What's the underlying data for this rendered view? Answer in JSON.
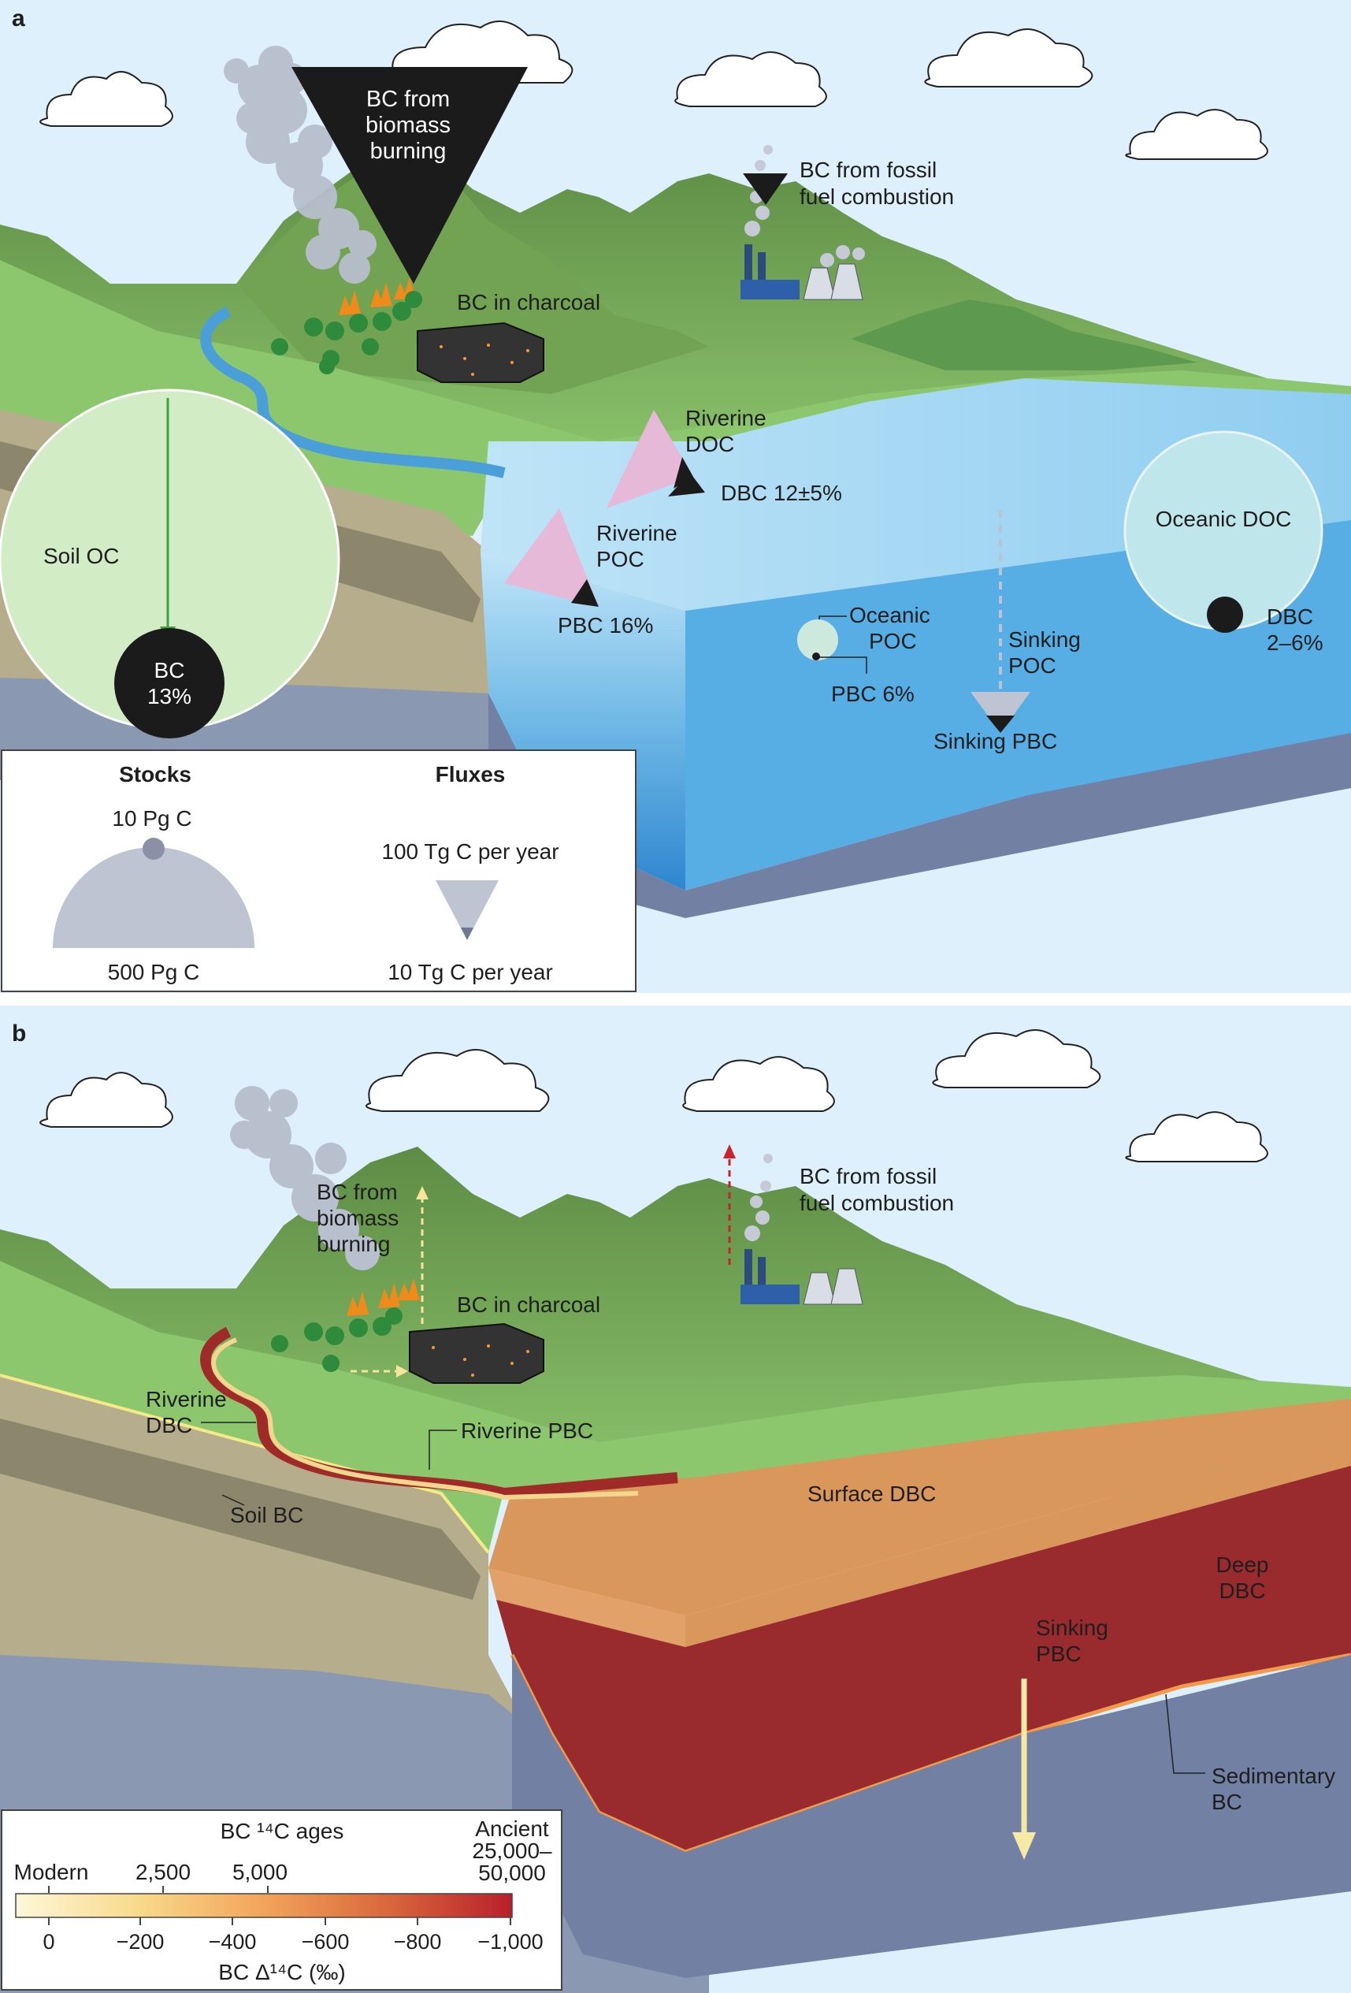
{
  "panel_a": {
    "letter": "a",
    "bc_biomass_burning": [
      "BC from",
      "biomass",
      "burning"
    ],
    "bc_fossil_fuel": [
      "BC from fossil",
      "fuel combustion"
    ],
    "bc_charcoal": "BC in charcoal",
    "riverine_doc": [
      "Riverine",
      "DOC"
    ],
    "dbc_riverine": "DBC 12±5%",
    "riverine_poc": [
      "Riverine",
      "POC"
    ],
    "pbc_riverine": "PBC 16%",
    "soil_oc": "Soil OC",
    "soil_bc": [
      "BC",
      "13%"
    ],
    "oceanic_doc": "Oceanic DOC",
    "dbc_ocean": [
      "DBC",
      "2–6%"
    ],
    "oceanic_poc": [
      "Oceanic",
      "POC"
    ],
    "pbc_ocean": "PBC 6%",
    "sinking_poc": [
      "Sinking",
      "POC"
    ],
    "sinking_pbc": "Sinking PBC",
    "legend": {
      "stocks_title": "Stocks",
      "fluxes_title": "Fluxes",
      "stock_small": "10 Pg C",
      "stock_large": "500 Pg C",
      "flux_large": "100 Tg C per year",
      "flux_small": "10 Tg C per year"
    }
  },
  "panel_b": {
    "letter": "b",
    "bc_biomass_burning": [
      "BC from",
      "biomass",
      "burning"
    ],
    "bc_fossil_fuel": [
      "BC from fossil",
      "fuel combustion"
    ],
    "bc_charcoal": "BC in charcoal",
    "riverine_dbc": [
      "Riverine",
      "DBC"
    ],
    "riverine_pbc": "Riverine PBC",
    "soil_bc": "Soil BC",
    "surface_dbc": "Surface DBC",
    "deep_dbc": [
      "Deep",
      "DBC"
    ],
    "sinking_pbc": [
      "Sinking",
      "PBC"
    ],
    "sedimentary_bc": [
      "Sedimentary",
      "BC"
    ],
    "legend": {
      "title": "BC ¹⁴C ages",
      "modern": "Modern",
      "age_2500": "2,500",
      "age_5000": "5,000",
      "ancient": [
        "Ancient",
        "25,000–",
        "50,000"
      ],
      "axis_ticks": [
        "0",
        "−200",
        "−400",
        "−600",
        "−800",
        "−1,000"
      ],
      "axis_label": "BC Δ¹⁴C (‰)"
    }
  },
  "colors": {
    "sky": "#ddf0fb",
    "land_green": "#8cc76e",
    "mountain_green": "#6a9a4f",
    "ocean_blue": "#4aa3dd",
    "black_carbon": "#1b1b1b",
    "riverine_pink": "#e6b9d8",
    "soil_circle": "#d2ecc6",
    "surface_dbc": "#d9975c",
    "deep_dbc": "#992a2d",
    "legend_gray": "#bfc4d2"
  }
}
